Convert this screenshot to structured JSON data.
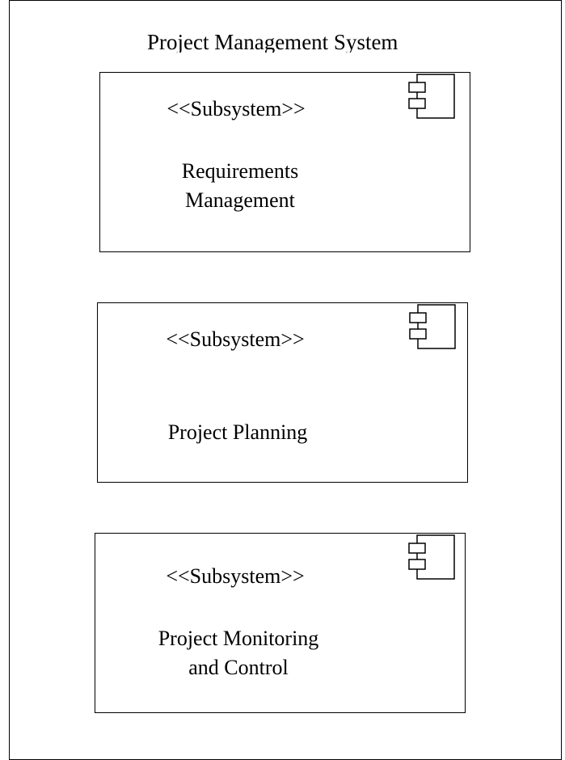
{
  "system": {
    "title": "Project Management System"
  },
  "subsystems": [
    {
      "stereotype": "<<Subsystem>>",
      "name": "Requirements\nManagement",
      "icon": "component-icon"
    },
    {
      "stereotype": "<<Subsystem>>",
      "name": "Project Planning",
      "icon": "component-icon"
    },
    {
      "stereotype": "<<Subsystem>>",
      "name": "Project Monitoring\nand Control",
      "icon": "component-icon"
    }
  ]
}
